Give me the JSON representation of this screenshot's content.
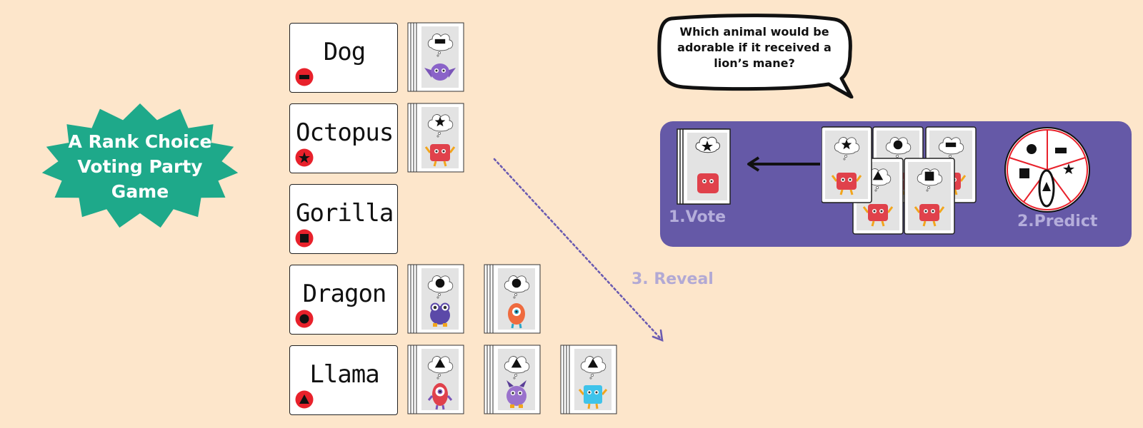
{
  "title": {
    "text": "A Rank Choice\nVoting Party\nGame"
  },
  "question": {
    "text": "Which animal would be\nadorable if it received a\nlion’s mane?"
  },
  "answers": [
    {
      "label": "Dog",
      "symbol": "minus-icon"
    },
    {
      "label": "Octopus",
      "symbol": "star-icon"
    },
    {
      "label": "Gorilla",
      "symbol": "square-icon"
    },
    {
      "label": "Dragon",
      "symbol": "circle-icon"
    },
    {
      "label": "Llama",
      "symbol": "triangle-icon"
    }
  ],
  "vote_piles": [
    {
      "answer": "Dog",
      "cards": [
        {
          "symbol": "minus-icon",
          "monster": "purple-bat-monster-icon"
        }
      ]
    },
    {
      "answer": "Octopus",
      "cards": [
        {
          "symbol": "star-icon",
          "monster": "red-fuzzy-monster-icon"
        }
      ]
    },
    {
      "answer": "Gorilla",
      "cards": []
    },
    {
      "answer": "Dragon",
      "cards": [
        {
          "symbol": "circle-icon",
          "monster": "purple-frog-monster-icon"
        },
        {
          "symbol": "circle-icon",
          "monster": "orange-cyclops-monster-icon"
        }
      ]
    },
    {
      "answer": "Llama",
      "cards": [
        {
          "symbol": "triangle-icon",
          "monster": "red-cyclops-monster-icon"
        },
        {
          "symbol": "triangle-icon",
          "monster": "purple-horned-monster-icon"
        },
        {
          "symbol": "triangle-icon",
          "monster": "blue-box-monster-icon"
        }
      ]
    }
  ],
  "steps": {
    "vote": "1.Vote",
    "predict": "2.Predict",
    "reveal": "3. Reveal"
  },
  "predict_wheel": [
    "circle-icon",
    "minus-icon",
    "star-icon",
    "triangle-icon",
    "square-icon"
  ],
  "colors": {
    "background": "#fde6cb",
    "badge": "#1ea98a",
    "panel": "#6559a7",
    "step_label": "#b5aedb",
    "chip": "#e8212b",
    "reveal_arrow": "#6b5bb1"
  }
}
